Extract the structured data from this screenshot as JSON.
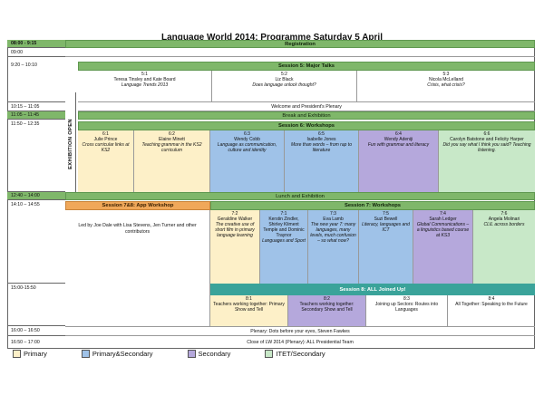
{
  "title": "Language World 2014: Programme Saturday 5 April",
  "exhibition_label": "EXHIBITION OPEN",
  "times": {
    "t0800": "08:00 - 9:15",
    "t0900": "09:00",
    "t0920": "9:20 – 10:10",
    "t1015": "10:15 – 11:05",
    "t1105": "11:05 – 11:45",
    "t1150": "11:50 – 12:35",
    "t1240": "12:40 – 14:00",
    "t1410": "14:10 – 14:55",
    "t1500": "15:00-15:50",
    "t1600": "16:00 – 16:50",
    "t1650": "16:50 – 17:00"
  },
  "bands": {
    "registration": "Registration",
    "session5": "Session 5: Major Talks",
    "welcome": "Welcome and President's Plenary",
    "break": "Break and Exhibition",
    "session6": "Session 6: Workshops",
    "lunch": "Lunch and Exhibition",
    "session78": "Session 7&8: App Workshop",
    "session7": "Session 7: Workshops",
    "session8": "Session 8: ALL Joined Up!",
    "plenary": "Plenary: Dots before your eyes, Steven Fawkes",
    "close": "Close of LW 2014 (Plenary): ALL Presidential Team"
  },
  "s5": [
    {
      "num": "5:1",
      "speaker": "Teresa Tinsley and Kate Board",
      "talk": "Language Trends 2013"
    },
    {
      "num": "5:2",
      "speaker": "Liz Black",
      "talk": "Does language unlock thought?"
    },
    {
      "num": "5:3",
      "speaker": "Nicola McLelland",
      "talk": "Crisis, what crisis?"
    }
  ],
  "s6": [
    {
      "num": "6:1",
      "speaker": "Julie Prince",
      "talk": "Cross curricular links at KS2"
    },
    {
      "num": "6:2",
      "speaker": "Elaine Minett",
      "talk": "Teaching grammar in the KS2 curriculum"
    },
    {
      "num": "6:3",
      "speaker": "Wendy Cobb",
      "talk": "Language as communication, culture and identity"
    },
    {
      "num": "6:5",
      "speaker": "Isabelle Jones",
      "talk": "More than words – from rap to literature"
    },
    {
      "num": "6:4",
      "speaker": "Wendy Adeniji",
      "talk": "Fun with grammar and literacy"
    },
    {
      "num": "6:6",
      "speaker": "Carolyn Batstone and Felicity Harper",
      "talk": "Did you say what I think you said? Teaching listening."
    }
  ],
  "app_workshop_text": "Led by Joe Dale with Lisa Stevens, Jen Turner and other contributors",
  "s7": [
    {
      "num": "7:2",
      "speaker": "Geraldine Walker",
      "talk": "The creative use of short film in primary language learning"
    },
    {
      "num": "7:1",
      "speaker": "Kerstin Zindler, Shirley Kliment Temple and Dominic Traynor",
      "talk": "Languages and Sport"
    },
    {
      "num": "7:3",
      "speaker": "Eva Lamb",
      "talk": "The new year 7: many languages, many levels, much confusion – so what now?"
    },
    {
      "num": "7:5",
      "speaker": "Suzi Bewell",
      "talk": "Literacy, languages and ICT"
    },
    {
      "num": "7:4",
      "speaker": "Sarah Ledger",
      "talk": "Global Communications – a linguistics based course at KS3"
    },
    {
      "num": "7:6",
      "speaker": "Angela Molinari",
      "talk": "CLIL across borders"
    }
  ],
  "s8": [
    {
      "num": "8:1",
      "text": "Teachers working together: Primary Show and Tell"
    },
    {
      "num": "8:2",
      "text": "Teachers working together: Secondary Show and Tell"
    },
    {
      "num": "8:3",
      "text": "Joining up Sectors: Routes into Languages"
    },
    {
      "num": "8:4",
      "text": "All Together: Speaking to the Future"
    }
  ],
  "legend": [
    {
      "label": "Primary",
      "color": "#fdf0c8"
    },
    {
      "label": "Primary&Secondary",
      "color": "#9fc2e8"
    },
    {
      "label": "Secondary",
      "color": "#b5a8dc"
    },
    {
      "label": "ITET/Secondary",
      "color": "#c8e8c8"
    }
  ]
}
